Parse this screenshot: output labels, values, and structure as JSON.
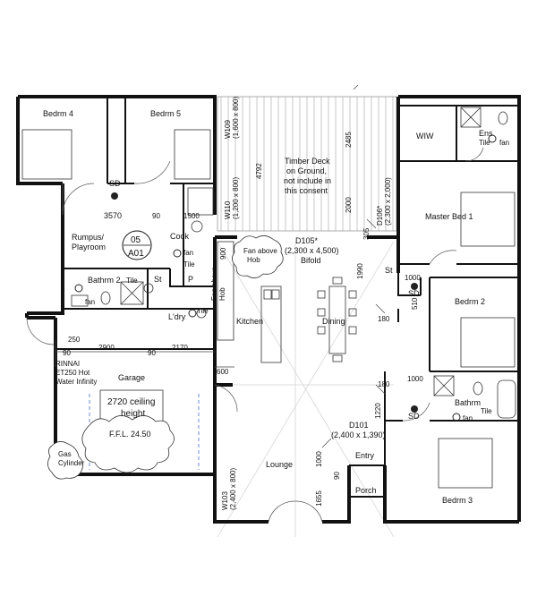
{
  "rooms": {
    "bedrm4": "Bedrm 4",
    "bedrm5": "Bedrm 5",
    "sd_top": "SD",
    "sd_top_dim": "3570",
    "rumpus_l1": "Rumpus/",
    "rumpus_l2": "Playroom",
    "cook": "Cook",
    "fan_top": "fan",
    "tile_top": "Tile",
    "st_left": "St",
    "p": "P",
    "bathrm2": "Bathrm 2",
    "tile_b2": "Tile",
    "fan_b2": "fan",
    "fan_above_hob_l1": "Fan above",
    "fan_above_hob_l2": "Hob",
    "fan_cloud_l1": "Fan above",
    "fan_cloud_l2": "Hob",
    "ldry": "L'dry",
    "tile_ldry": "Tile",
    "kitchen": "Kitchen",
    "dining": "Dining",
    "garage": "Garage",
    "rinnai_l1": "RINNAI",
    "rinnai_l2": "ET250 Hot",
    "rinnai_l3": "Water Infinity",
    "ceiling_l1": "2720 ceiling",
    "ceiling_l2": "height",
    "ffl": "F.F.L.  24.50",
    "gas_l1": "Gas",
    "gas_l2": "Cylinder",
    "lounge": "Lounge",
    "entry": "Entry",
    "porch": "Porch",
    "deck_l1": "Timber Deck",
    "deck_l2": "on Ground,",
    "deck_l3": "not include in",
    "deck_l4": "this consent",
    "wiw": "WIW",
    "ens": "Ens",
    "tile_ens": "Tile",
    "fan_ens": "fan",
    "master": "Master Bed 1",
    "st_right": "St",
    "sd_mid": "SD",
    "bedrm2": "Bedrm 2",
    "bathrm": "Bathrm",
    "tile_bath": "Tile",
    "fan_bath": "fan",
    "sd_low": "SD",
    "bedrm3": "Bedrm 3",
    "section_top": "05",
    "section_bottom": "A01"
  },
  "labels": {
    "w109_l1": "W109",
    "w109_l2": "(1,600 x 800)",
    "w110_l1": "W110",
    "w110_l2": "(1,200 x 800)",
    "w103_l1": "W103",
    "w103_l2": "(2,400 x 800)",
    "d105_l1": "D105*",
    "d105_l2": "(2,300 x 4,500)",
    "d105_l3": "Bifold",
    "d106_l1": "D106*",
    "d106_l2": "(2,300 x 2,000)",
    "d101_l1": "D101",
    "d101_l2": "(2,400 x 1,390)"
  },
  "dims": {
    "d90_top": "90",
    "d1500": "1500",
    "d4792": "4792",
    "d2485": "2485",
    "d2000": "2000",
    "d305": "305",
    "d1990": "1990",
    "d1000_top": "1000",
    "d510": "510",
    "d180_top": "180",
    "d900": "900",
    "d250": "250",
    "d90_g": "90",
    "d2900": "2900",
    "d90_mid": "90",
    "d2170": "2170",
    "d600": "600",
    "d180_low": "180",
    "d1000_low": "1000",
    "d1220": "1220",
    "d1000_v": "1000",
    "d90_v": "90",
    "d1655": "1655"
  }
}
